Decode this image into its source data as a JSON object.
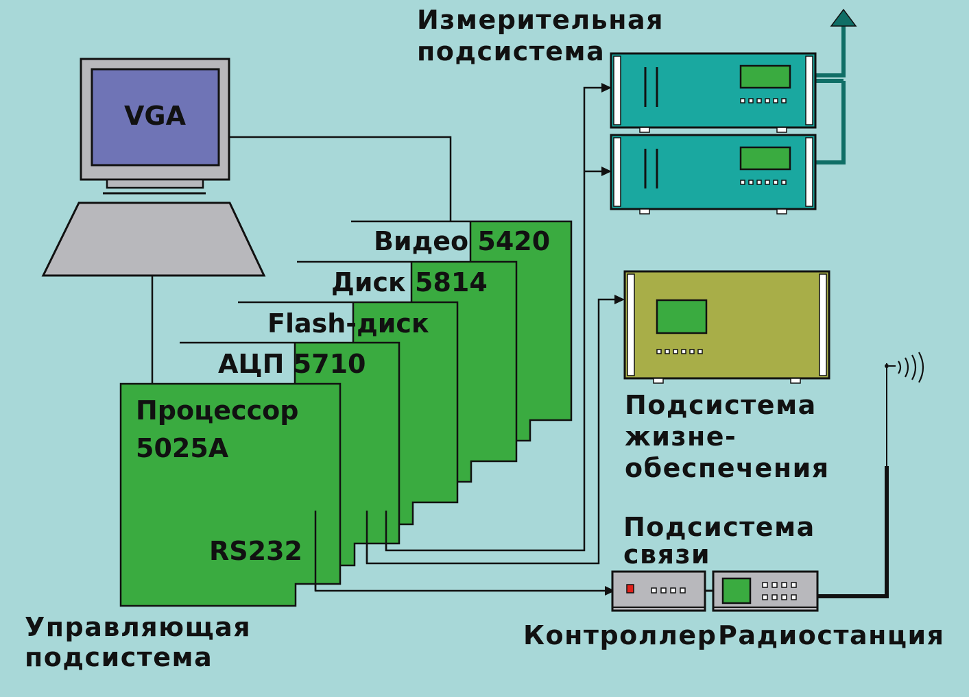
{
  "monitor": {
    "screen_label": "VGA"
  },
  "cards": {
    "video": "Видео 5420",
    "disk": "Диск 5814",
    "flash": "Flash-диск",
    "adc": "АЦП 5710",
    "cpu_line1": "Процессор",
    "cpu_line2": "5025А",
    "rs232": "RS232"
  },
  "labels": {
    "control_line1": "Управляющая",
    "control_line2": "подсистема",
    "measure_line1": "Измерительная",
    "measure_line2": "подсистема",
    "life_line1": "Подсистема",
    "life_line2": "жизне-",
    "life_line3": "обеспечения",
    "comm_line1": "Подсистема",
    "comm_line2": "связи",
    "controller": "Контроллер",
    "radio": "Радиостанция"
  },
  "colors": {
    "background": "#a8d8d8",
    "card_green": "#3aab40",
    "instrument_teal": "#1aa8a0",
    "life_olive": "#a8ae48",
    "display_green": "#3aab40",
    "monitor_screen": "#6f74b6",
    "device_gray": "#b8b8bc",
    "antenna_green": "#0f6e66"
  }
}
